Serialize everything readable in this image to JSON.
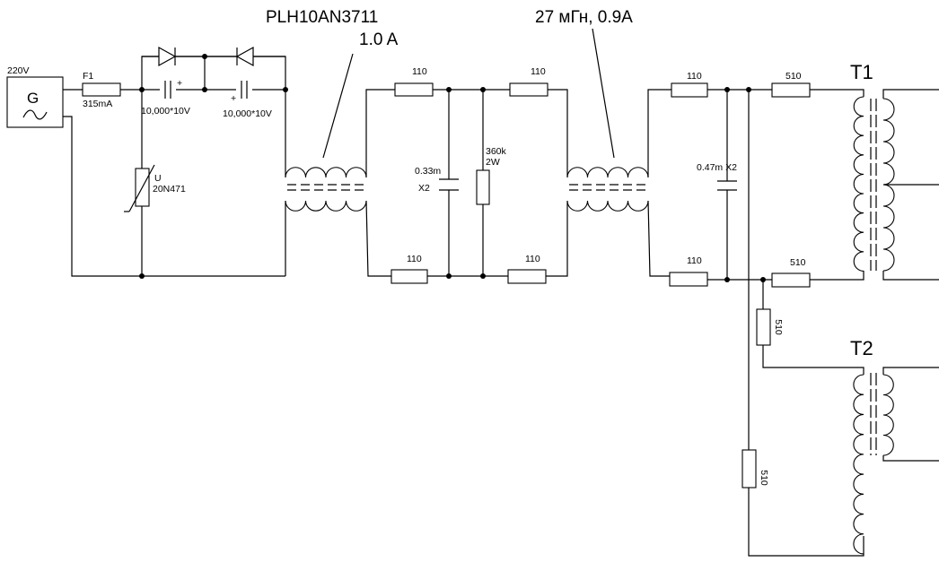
{
  "labels": {
    "source_voltage": "220V",
    "generator": "G",
    "fuse_ref": "F1",
    "fuse_rating": "315mA",
    "cap1_value": "10,000*10V",
    "cap2_value": "10,000*10V",
    "cap_plus": "+",
    "varistor_ref": "U",
    "varistor_part": "20N471",
    "choke1_part": "PLH10AN3711",
    "choke1_current": "1.0 A",
    "choke2_spec": "27 мГн, 0.9А",
    "r_110": "110",
    "cap_033": "0.33m",
    "x2": "X2",
    "r_360k": "360k",
    "r_2w": "2W",
    "cap_047": "0.47m X2",
    "r_510": "510",
    "t1": "T1",
    "t2": "T2"
  }
}
